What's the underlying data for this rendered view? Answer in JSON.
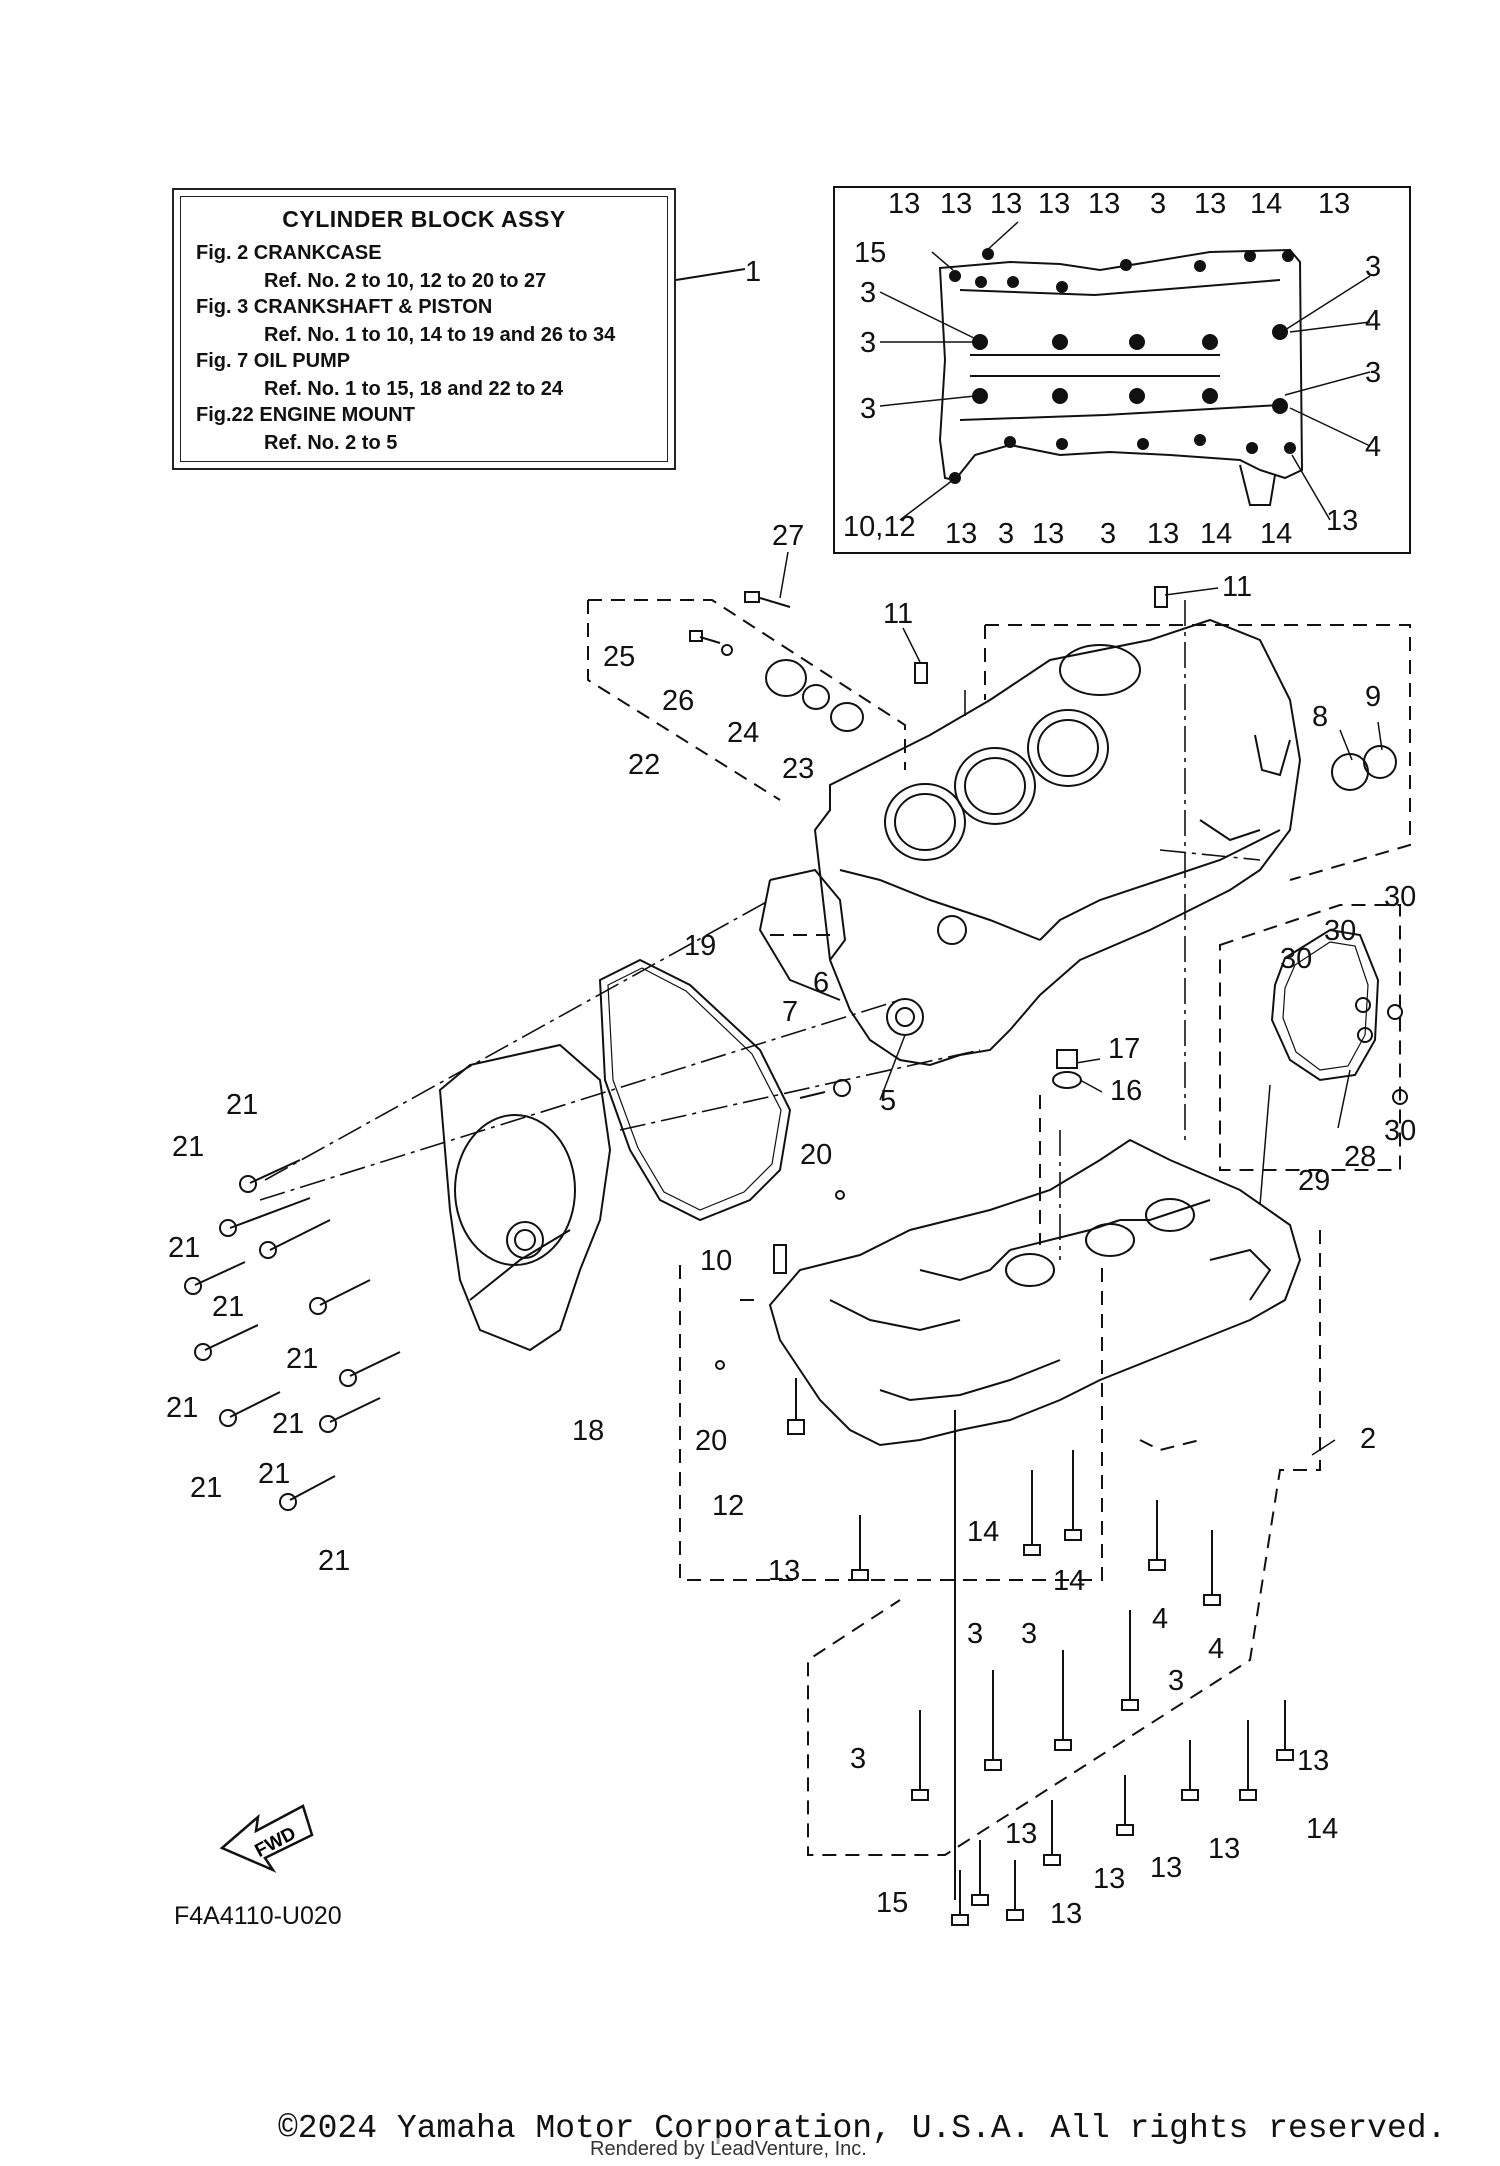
{
  "legend": {
    "title": "CYLINDER BLOCK ASSY",
    "rows": [
      {
        "fig": "Fig.  2 CRANKCASE",
        "ref": "Ref. No. 2 to 10, 12 to 20 to 27"
      },
      {
        "fig": "Fig.  3 CRANKSHAFT & PISTON",
        "ref": "Ref. No. 1 to 10, 14 to 19 and 26 to 34"
      },
      {
        "fig": "Fig. 7 OIL PUMP",
        "ref": "Ref. No. 1 to 15, 18 and 22 to 24"
      },
      {
        "fig": "Fig.22 ENGINE MOUNT",
        "ref": "Ref. No. 2 to 5"
      }
    ]
  },
  "callouts": {
    "c1": "1",
    "c2": "2",
    "c3": "3",
    "c4": "4",
    "c5": "5",
    "c6": "6",
    "c7": "7",
    "c8": "8",
    "c9": "9",
    "c10": "10",
    "c11": "11",
    "c12": "12",
    "c13": "13",
    "c14": "14",
    "c15": "15",
    "c16": "16",
    "c17": "17",
    "c18": "18",
    "c19": "19",
    "c20": "20",
    "c21": "21",
    "c22": "22",
    "c23": "23",
    "c24": "24",
    "c25": "25",
    "c26": "26",
    "c27": "27",
    "c28": "28",
    "c29": "29",
    "c30": "30",
    "c10_12": "10,12"
  },
  "reference_code": "F4A4110-U020",
  "fwd_label": "FWD",
  "copyright": "©2024 Yamaha Motor Corporation, U.S.A. All rights reserved.",
  "rendered_by": "Rendered by LeadVenture, Inc."
}
